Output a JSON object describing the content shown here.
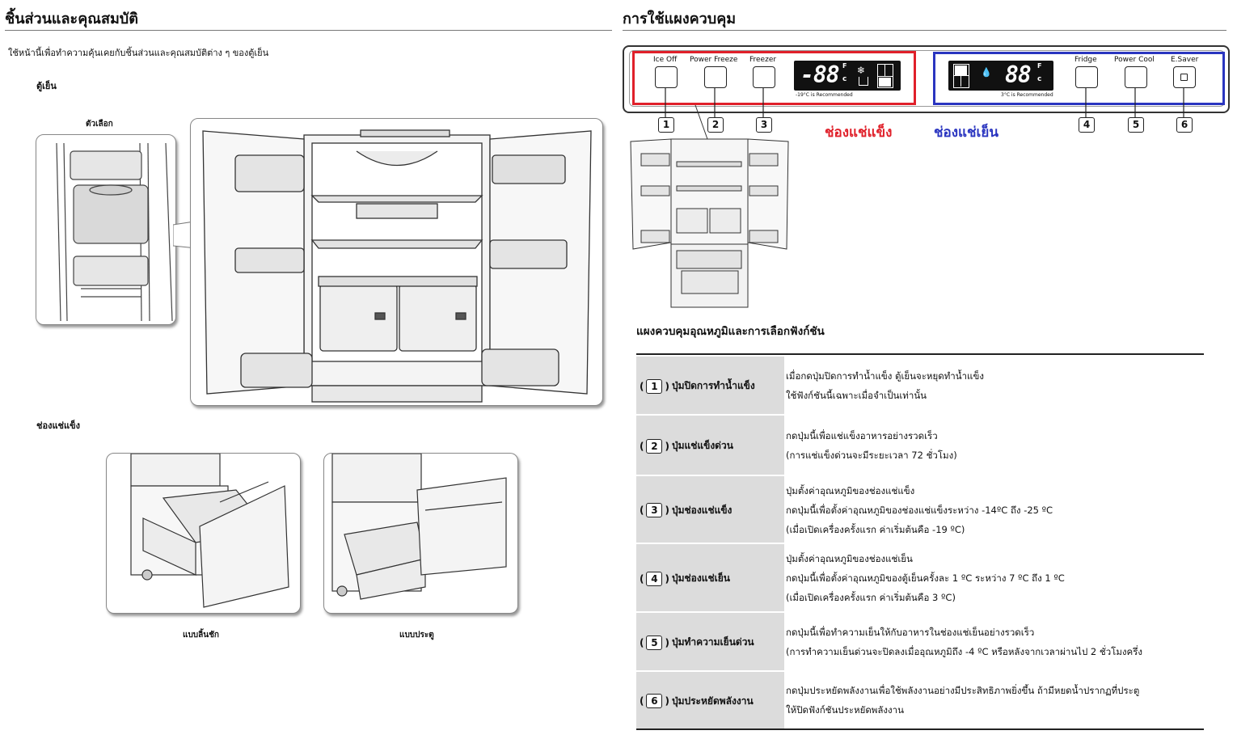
{
  "left": {
    "title": "ชิ้นส่วนและคุณสมบัติ",
    "intro": "ใช้หน้านี้เพื่อทำความคุ้นเคยกับชิ้นส่วนและคุณสมบัติต่าง ๆ ของตู้เย็น",
    "fridge_heading": "ตู้เย็น",
    "option_label": "ตัวเลือก",
    "freezer_heading": "ช่องแช่แข็ง",
    "drawer_caption": "แบบลิ้นชัก",
    "door_caption": "แบบประตู"
  },
  "right": {
    "title": "การใช้แผงควบคุม",
    "panel": {
      "btn1": "Ice Off",
      "btn2": "Power Freeze",
      "btn3": "Freezer",
      "btn4": "Fridge",
      "btn5": "Power Cool",
      "btn6": "E.Saver",
      "freezer_display": "-88",
      "freezer_unit_f": "F",
      "freezer_unit_c": "c",
      "freezer_recommend": "-19°C is Recommended",
      "fridge_display": "88",
      "fridge_unit_f": "F",
      "fridge_unit_c": "c",
      "fridge_recommend": "3°C is Recommended",
      "freezer_zone_color": "#e0202a",
      "fridge_zone_color": "#2a35c0"
    },
    "numbers": [
      "1",
      "2",
      "3",
      "4",
      "5",
      "6"
    ],
    "zone_freezer": "ช่องแช่แข็ง",
    "zone_fridge": "ช่องแช่เย็น",
    "table_title": "แผงควบคุมอุณหภูมิและการเลือกฟังก์ชัน",
    "rows": [
      {
        "num": "1",
        "name": "ปุ่มปิดการทำน้ำแข็ง",
        "lines": [
          "เมื่อกดปุ่มปิดการทำน้ำแข็ง ตู้เย็นจะหยุดทำน้ำแข็ง",
          "ใช้ฟังก์ชันนี้เฉพาะเมื่อจำเป็นเท่านั้น"
        ]
      },
      {
        "num": "2",
        "name": "ปุ่มแช่แข็งด่วน",
        "lines": [
          "กดปุ่มนี้เพื่อแช่แข็งอาหารอย่างรวดเร็ว",
          "(การแช่แข็งด่วนจะมีระยะเวลา 72 ชั่วโมง)"
        ]
      },
      {
        "num": "3",
        "name": "ปุ่มช่องแช่แข็ง",
        "lines": [
          "ปุ่มตั้งค่าอุณหภูมิของช่องแช่แข็ง",
          "กดปุ่มนี้เพื่อตั้งค่าอุณหภูมิของช่องแช่แข็งระหว่าง -14ºC ถึง -25 ºC",
          "(เมื่อเปิดเครื่องครั้งแรก ค่าเริ่มต้นคือ -19 ºC)"
        ]
      },
      {
        "num": "4",
        "name": "ปุ่มช่องแช่เย็น",
        "lines": [
          "ปุ่มตั้งค่าอุณหภูมิของช่องแช่เย็น",
          "กดปุ่มนี้เพื่อตั้งค่าอุณหภูมิของตู้เย็นครั้งละ 1 ºC ระหว่าง 7 ºC ถึง 1 ºC",
          "(เมื่อเปิดเครื่องครั้งแรก ค่าเริ่มต้นคือ 3 ºC)"
        ]
      },
      {
        "num": "5",
        "name": "ปุ่มทำความเย็นด่วน",
        "lines": [
          "กดปุ่มนี้เพื่อทำความเย็นให้กับอาหารในช่องแช่เย็นอย่างรวดเร็ว",
          "(การทำความเย็นด่วนจะปิดลงเมื่ออุณหภูมิถึง -4 ºC หรือหลังจากเวลาผ่านไป 2 ชั่วโมงครึ่ง"
        ]
      },
      {
        "num": "6",
        "name": "ปุ่มประหยัดพลังงาน",
        "lines": [
          "กดปุ่มประหยัดพลังงานเพื่อใช้พลังงานอย่างมีประสิทธิภาพยิ่งขึ้น  ถ้ามีหยดน้ำปรากฏที่ประตู",
          "ให้ปิดฟังก์ชันประหยัดพลังงาน"
        ]
      }
    ]
  }
}
